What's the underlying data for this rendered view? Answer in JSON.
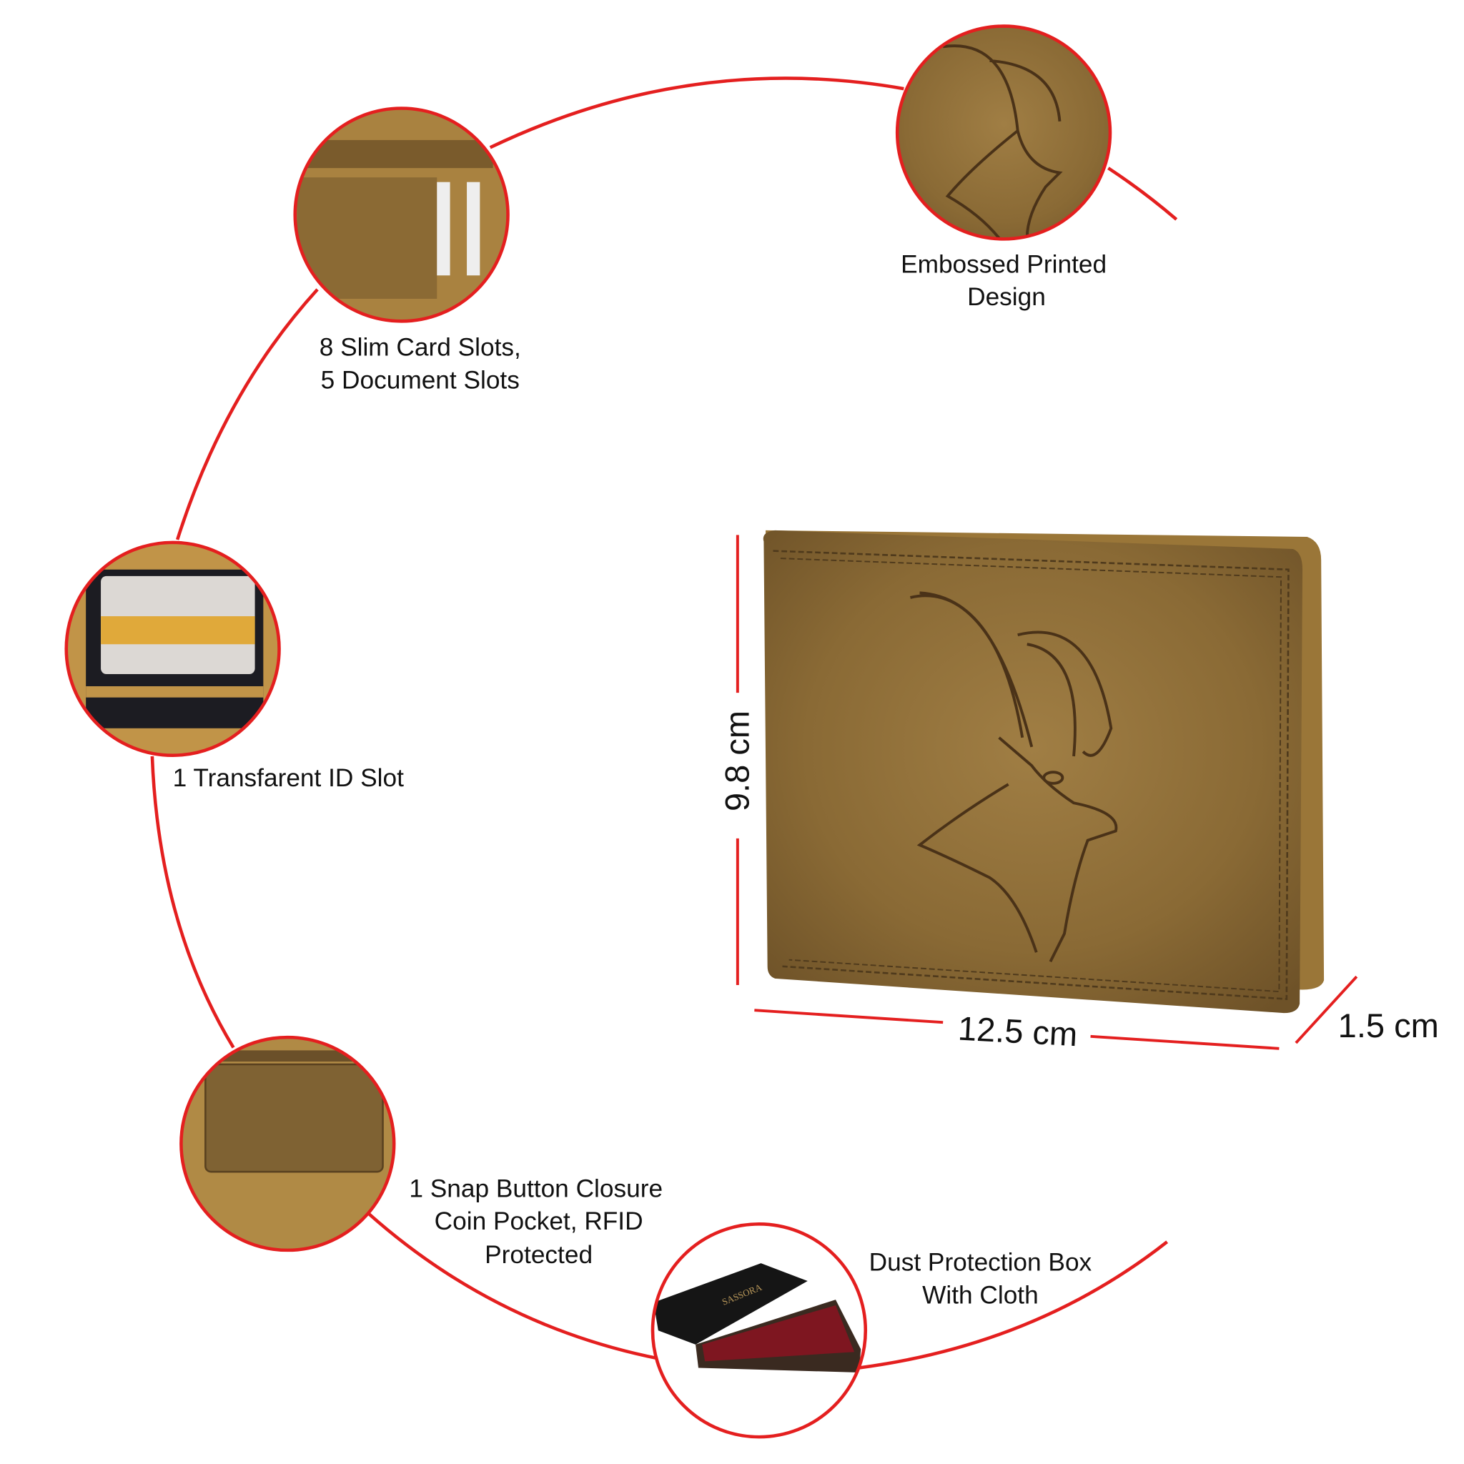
{
  "features": [
    {
      "id": "embossed",
      "label_lines": [
        "Embossed Printed",
        "Design"
      ]
    },
    {
      "id": "card-slots",
      "label_lines": [
        "8 Slim Card Slots,",
        "5 Document Slots"
      ]
    },
    {
      "id": "id-slot",
      "label_lines": [
        "1 Transfarent ID Slot"
      ]
    },
    {
      "id": "coin-pocket",
      "label_lines": [
        "1 Snap Button Closure",
        "Coin Pocket, RFID",
        "Protected"
      ]
    },
    {
      "id": "box",
      "label_lines": [
        "Dust Protection Box",
        "With Cloth"
      ]
    }
  ],
  "dimensions": {
    "height": "9.8 cm",
    "width": "12.5 cm",
    "depth": "1.5 cm"
  },
  "brand_text": "SASSORA",
  "colors": {
    "accent": "#e41f1f",
    "leather": "#8a6a35",
    "leather_light": "#b08a45",
    "box_red": "#7e1620"
  }
}
